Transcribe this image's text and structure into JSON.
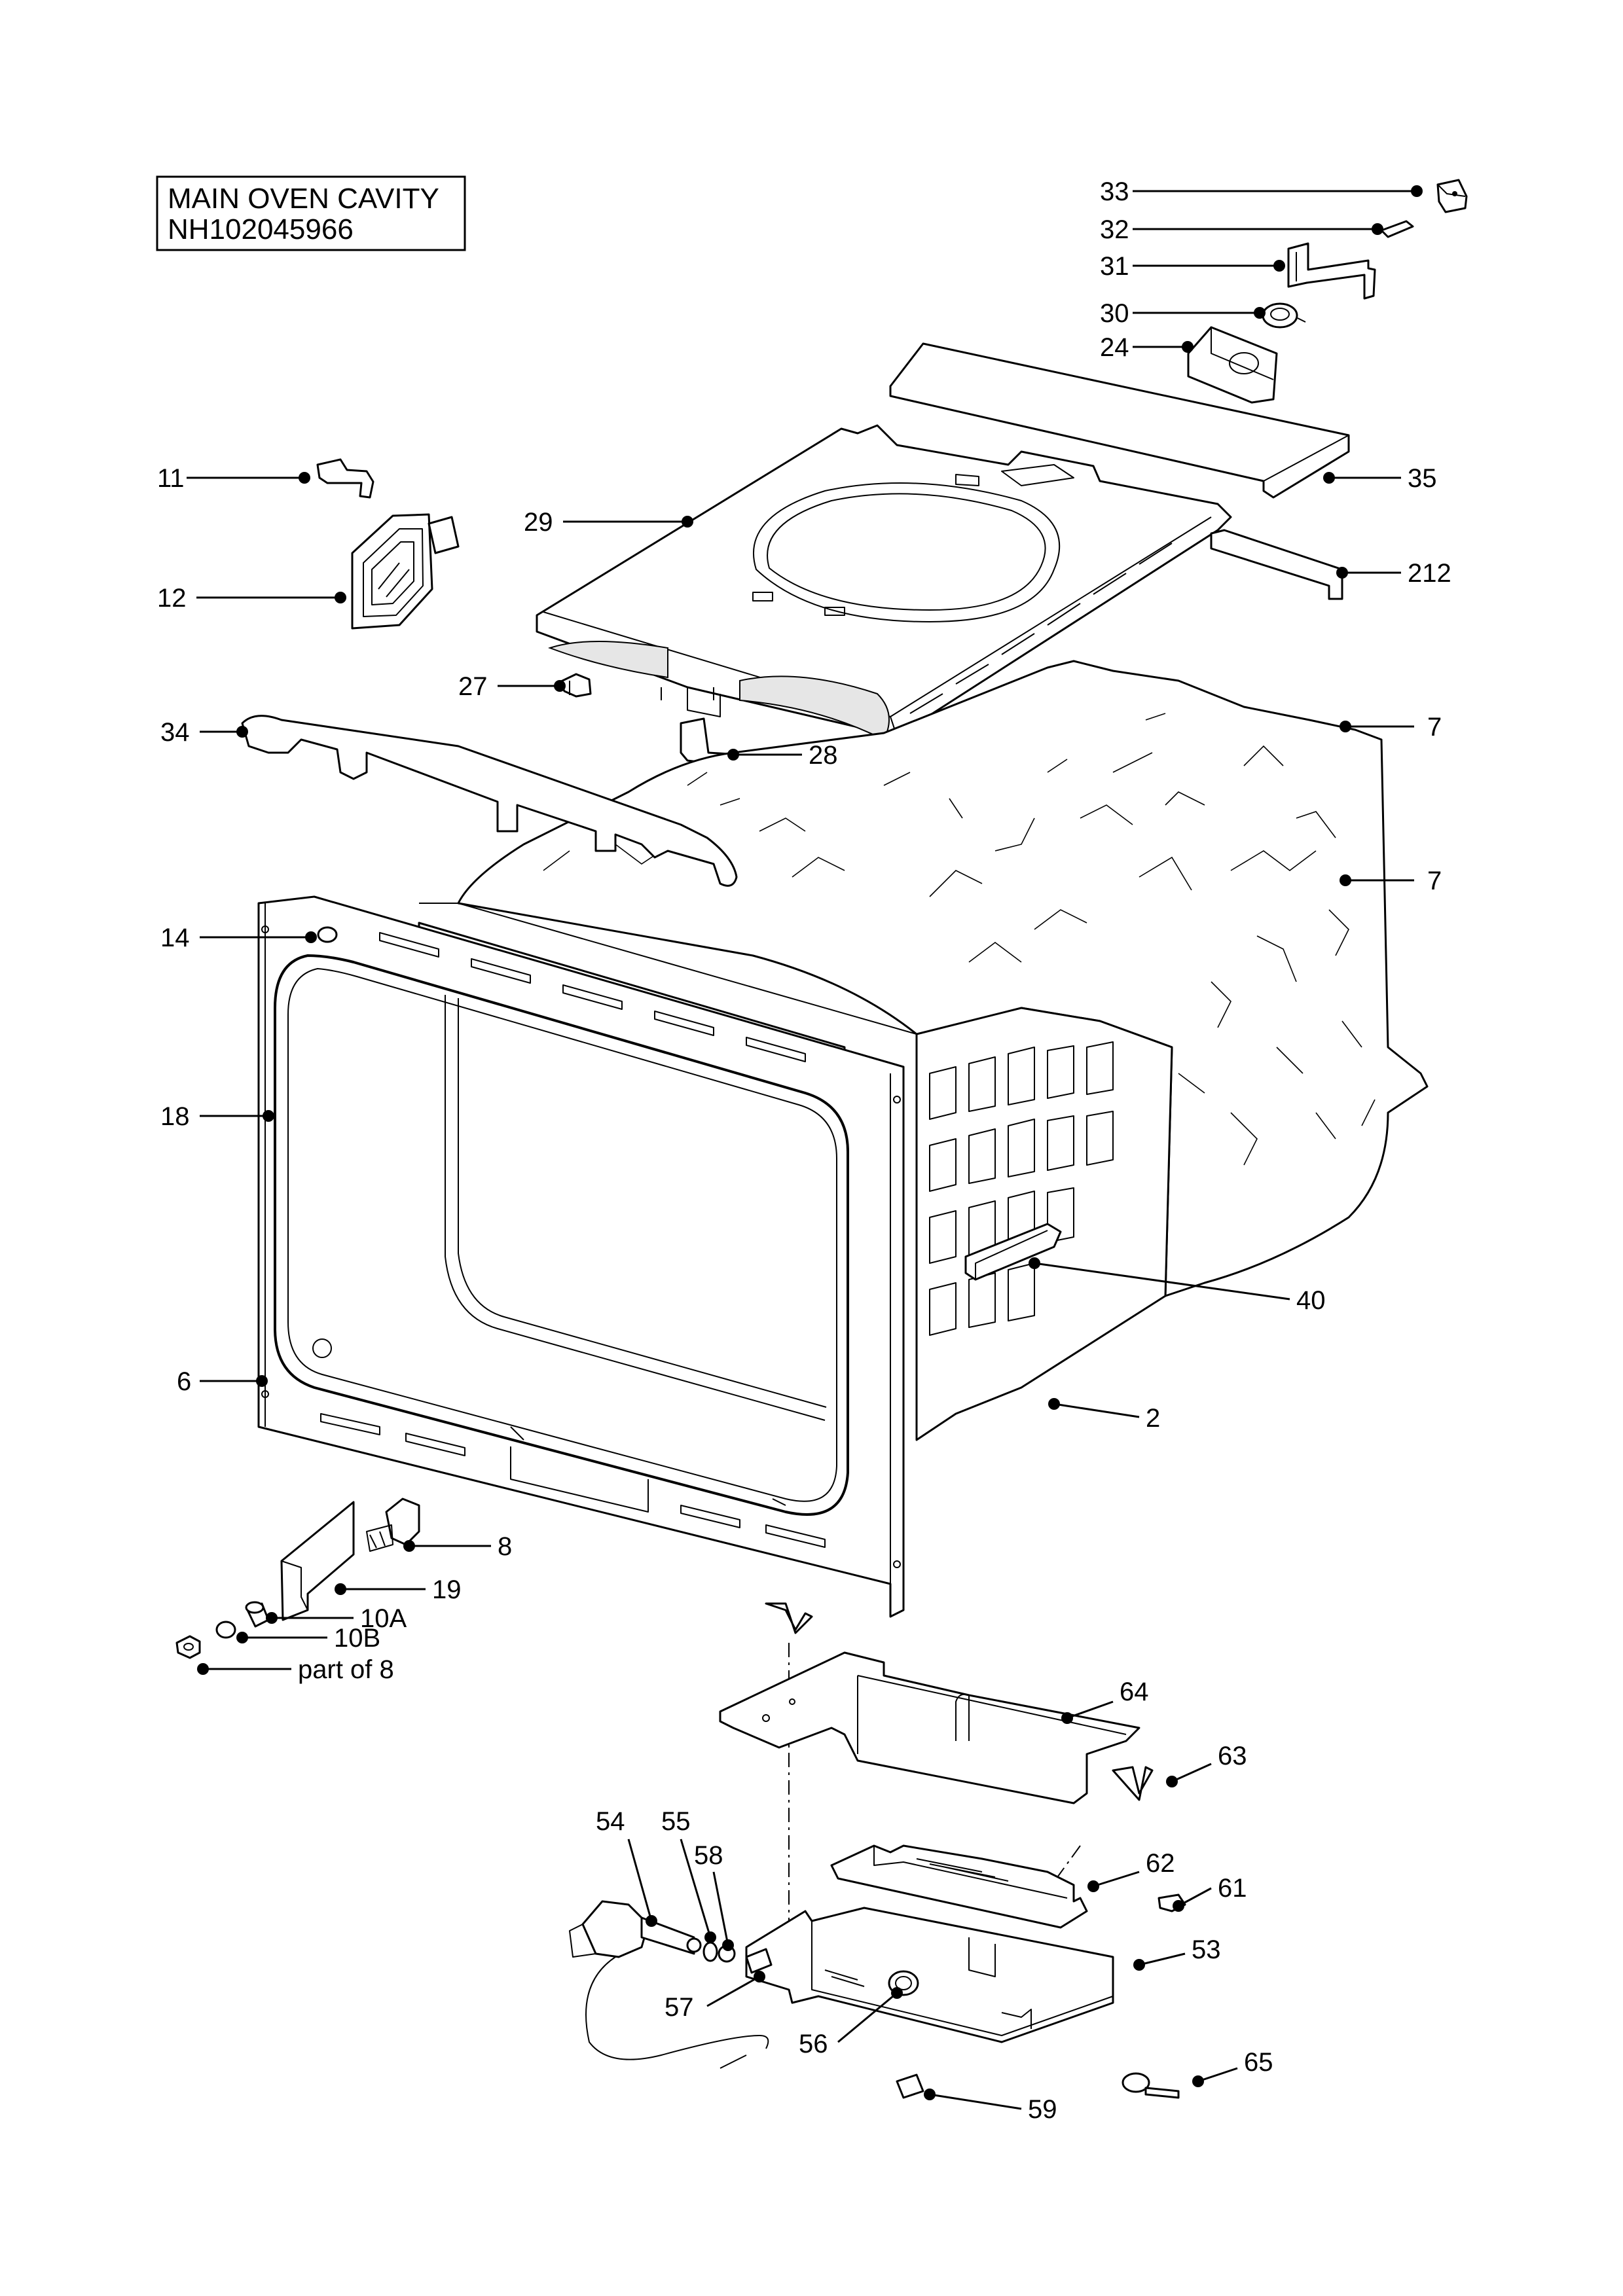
{
  "title": {
    "line1": "MAIN OVEN CAVITY",
    "line2": "NH102045966"
  },
  "callouts": [
    {
      "id": "c33",
      "label": "33"
    },
    {
      "id": "c32",
      "label": "32"
    },
    {
      "id": "c31",
      "label": "31"
    },
    {
      "id": "c30",
      "label": "30"
    },
    {
      "id": "c24",
      "label": "24"
    },
    {
      "id": "c35",
      "label": "35"
    },
    {
      "id": "c212",
      "label": "212"
    },
    {
      "id": "c29",
      "label": "29"
    },
    {
      "id": "c11",
      "label": "11"
    },
    {
      "id": "c12",
      "label": "12"
    },
    {
      "id": "c27",
      "label": "27"
    },
    {
      "id": "c28",
      "label": "28"
    },
    {
      "id": "c34",
      "label": "34"
    },
    {
      "id": "c7a",
      "label": "7"
    },
    {
      "id": "c7b",
      "label": "7"
    },
    {
      "id": "c14",
      "label": "14"
    },
    {
      "id": "c18",
      "label": "18"
    },
    {
      "id": "c40",
      "label": "40"
    },
    {
      "id": "c6",
      "label": "6"
    },
    {
      "id": "c2",
      "label": "2"
    },
    {
      "id": "c8",
      "label": "8"
    },
    {
      "id": "c19",
      "label": "19"
    },
    {
      "id": "c10a",
      "label": "10A"
    },
    {
      "id": "c10b",
      "label": "10B"
    },
    {
      "id": "cpart8",
      "label": "part of 8"
    },
    {
      "id": "c64",
      "label": "64"
    },
    {
      "id": "c63",
      "label": "63"
    },
    {
      "id": "c54",
      "label": "54"
    },
    {
      "id": "c55",
      "label": "55"
    },
    {
      "id": "c58",
      "label": "58"
    },
    {
      "id": "c62",
      "label": "62"
    },
    {
      "id": "c61",
      "label": "61"
    },
    {
      "id": "c53",
      "label": "53"
    },
    {
      "id": "c57",
      "label": "57"
    },
    {
      "id": "c56",
      "label": "56"
    },
    {
      "id": "c65",
      "label": "65"
    },
    {
      "id": "c59",
      "label": "59"
    }
  ]
}
